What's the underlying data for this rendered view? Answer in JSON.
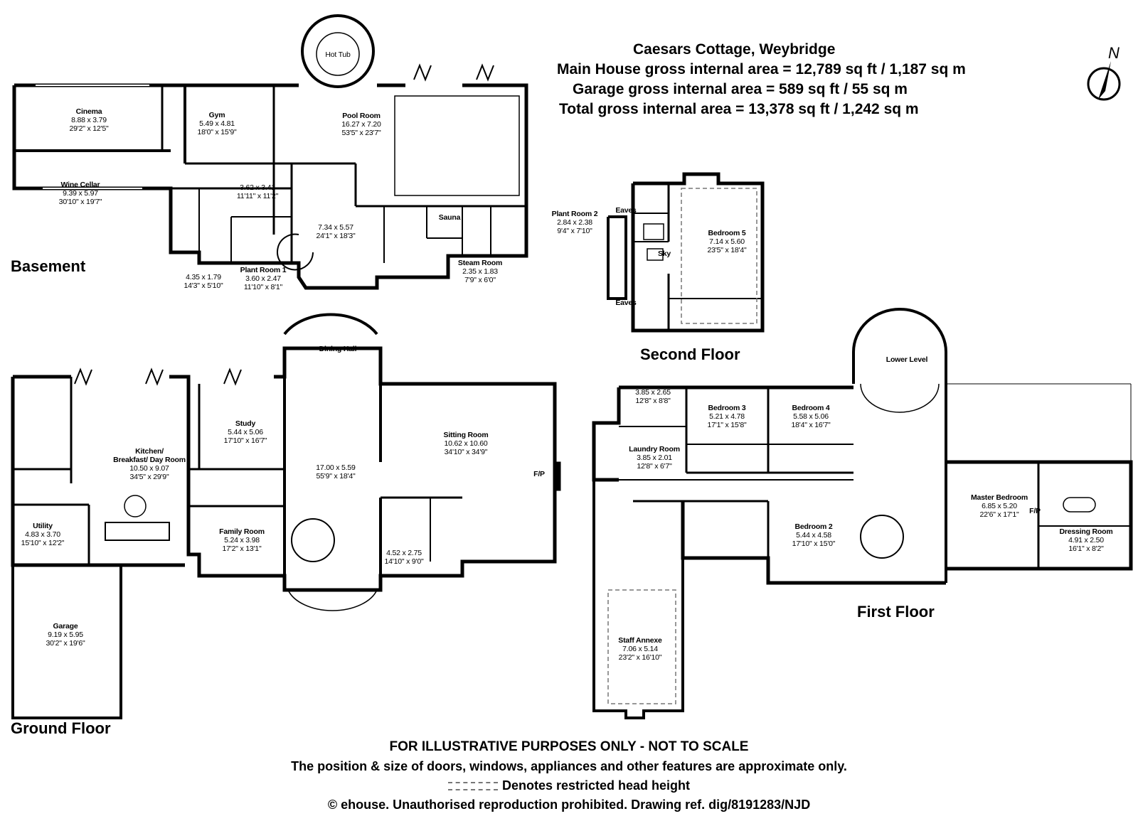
{
  "header": {
    "title": "Caesars Cottage, Weybridge",
    "main_area": "Main House gross internal area = 12,789 sq ft / 1,187 sq m",
    "garage_area": "Garage gross internal area = 589 sq ft / 55 sq m",
    "total_area": "Total gross internal area = 13,378 sq ft / 1,242 sq m"
  },
  "compass": {
    "label": "N"
  },
  "floors": {
    "basement": "Basement",
    "ground": "Ground Floor",
    "first": "First Floor",
    "second": "Second Floor"
  },
  "rooms": {
    "hot_tub": {
      "name": "Hot Tub"
    },
    "cinema": {
      "name": "Cinema",
      "metric": "8.88 x 3.79",
      "imperial": "29'2\" x 12'5\""
    },
    "gym": {
      "name": "Gym",
      "metric": "5.49 x 4.81",
      "imperial": "18'0\" x 15'9\""
    },
    "pool_room": {
      "name": "Pool Room",
      "metric": "16.27 x 7.20",
      "imperial": "53'5\" x 23'7\""
    },
    "wine_cellar": {
      "name": "Wine Cellar",
      "metric": "9.39 x 5.97",
      "imperial": "30'10\" x 19'7\""
    },
    "basement_room_a": {
      "metric": "3.62 x 3.41",
      "imperial": "11'11\" x 11'2\""
    },
    "basement_hall": {
      "metric": "7.34 x 5.57",
      "imperial": "24'1\" x 18'3\""
    },
    "sauna": {
      "name": "Sauna"
    },
    "plant_room_2": {
      "name": "Plant Room 2",
      "metric": "2.84 x 2.38",
      "imperial": "9'4\" x 7'10\""
    },
    "steam_room": {
      "name": "Steam Room",
      "metric": "2.35 x 1.83",
      "imperial": "7'9\" x 6'0\""
    },
    "basement_room_b": {
      "metric": "4.35 x 1.79",
      "imperial": "14'3\" x 5'10\""
    },
    "plant_room_1": {
      "name": "Plant Room 1",
      "metric": "3.60 x 2.47",
      "imperial": "11'10\" x 8'1\""
    },
    "eaves_top": {
      "name": "Eaves"
    },
    "eaves_bottom": {
      "name": "Eaves"
    },
    "bedroom_5": {
      "name": "Bedroom 5",
      "metric": "7.14 x 5.60",
      "imperial": "23'5\" x 18'4\""
    },
    "sky": {
      "name": "Sky"
    },
    "dining_hall": {
      "name": "Dining Hall",
      "metric": "17.00 x 5.59",
      "imperial": "55'9\" x 18'4\""
    },
    "kitchen": {
      "name": "Kitchen/",
      "name2": "Breakfast/ Day Room",
      "metric": "10.50 x 9.07",
      "imperial": "34'5\" x 29'9\""
    },
    "study": {
      "name": "Study",
      "metric": "5.44 x 5.06",
      "imperial": "17'10\" x 16'7\""
    },
    "sitting_room": {
      "name": "Sitting Room",
      "metric": "10.62 x 10.60",
      "imperial": "34'10\" x 34'9\""
    },
    "fp_ground": {
      "name": "F/P"
    },
    "utility": {
      "name": "Utility",
      "metric": "4.83 x 3.70",
      "imperial": "15'10\" x 12'2\""
    },
    "family_room": {
      "name": "Family Room",
      "metric": "5.24 x 3.98",
      "imperial": "17'2\" x 13'1\""
    },
    "ground_room_c": {
      "metric": "4.52 x 2.75",
      "imperial": "14'10\" x 9'0\""
    },
    "garage": {
      "name": "Garage",
      "metric": "9.19 x 5.95",
      "imperial": "30'2\" x 19'6\""
    },
    "lower_level": {
      "name": "Lower Level"
    },
    "first_room_a": {
      "metric": "3.85 x 2.65",
      "imperial": "12'8\" x 8'8\""
    },
    "bedroom_3": {
      "name": "Bedroom 3",
      "metric": "5.21 x 4.78",
      "imperial": "17'1\" x 15'8\""
    },
    "bedroom_4": {
      "name": "Bedroom 4",
      "metric": "5.58 x 5.06",
      "imperial": "18'4\" x 16'7\""
    },
    "laundry_room": {
      "name": "Laundry Room",
      "metric": "3.85 x 2.01",
      "imperial": "12'8\" x 6'7\""
    },
    "master_bedroom": {
      "name": "Master Bedroom",
      "metric": "6.85 x 5.20",
      "imperial": "22'6\" x 17'1\""
    },
    "fp_first": {
      "name": "F/P"
    },
    "dressing_room": {
      "name": "Dressing Room",
      "metric": "4.91 x 2.50",
      "imperial": "16'1\" x 8'2\""
    },
    "bedroom_2": {
      "name": "Bedroom 2",
      "metric": "5.44 x 4.58",
      "imperial": "17'10\" x 15'0\""
    },
    "staff_annexe": {
      "name": "Staff Annexe",
      "metric": "7.06 x 5.14",
      "imperial": "23'2\" x 16'10\""
    }
  },
  "footer": {
    "line1": "FOR ILLUSTRATIVE PURPOSES ONLY - NOT TO SCALE",
    "line2": "The position & size of doors, windows, appliances and other features are approximate only.",
    "line3": "Denotes restricted head height",
    "line4": "© ehouse. Unauthorised reproduction prohibited. Drawing ref. dig/8191283/NJD"
  }
}
